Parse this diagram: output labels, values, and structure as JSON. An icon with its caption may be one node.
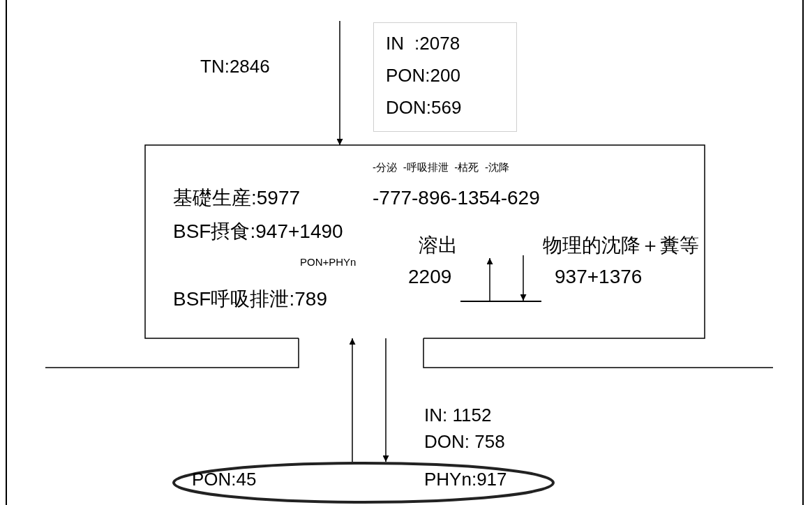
{
  "diagram": {
    "nodes": [
      {
        "text": [
          "IN :2078",
          "PON:200",
          "DON:569"
        ]
      },
      {
        "text": [
          "-分泌 -呼吸排泄 -枯死 -沈降",
          "基礎生産:5977",
          "-777-896-1354-629",
          "BSF摂食:947+1490",
          "PON+PHYn",
          "BSF呼吸排泄:789",
          "溶出",
          "2209",
          "物理的沈降＋糞等",
          "937+1376"
        ]
      },
      {
        "text": [],
        "shape": "bar",
        "in": 1
      },
      {
        "text": [
          "PON:45",
          "PHYn:917"
        ]
      }
    ],
    "edges": [
      {
        "from": null,
        "to": 1,
        "arrow": "to",
        "label": "TN:2846"
      },
      {
        "from": 2,
        "to": null,
        "arrow": "to"
      },
      {
        "from": null,
        "to": 2,
        "arrow": "to"
      },
      {
        "from": 3,
        "to": 1,
        "arrow": "to"
      },
      {
        "from": 1,
        "to": 3,
        "arrow": "to"
      }
    ],
    "labels": [
      "IN: 1152",
      "DON: 758"
    ]
  }
}
